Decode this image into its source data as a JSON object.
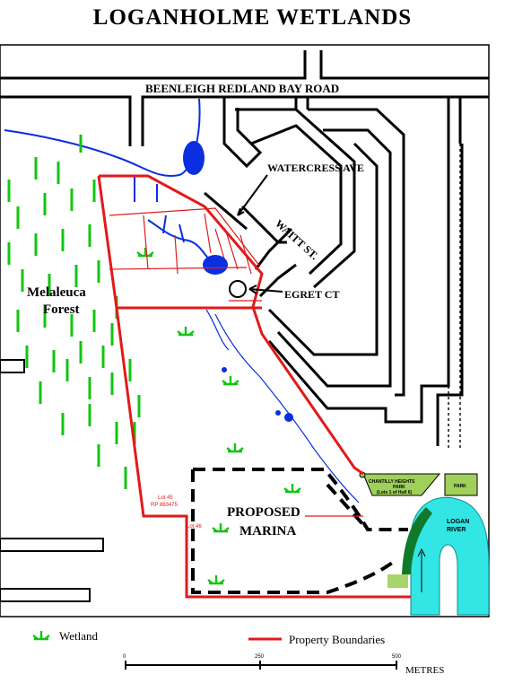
{
  "title": "LOGANHOLME  WETLANDS",
  "roads": {
    "main": "BEENLEIGH REDLAND BAY ROAD",
    "watercress": "WATERCRESS AVE",
    "waitt": "WAITT ST.",
    "egret": "EGRET CT"
  },
  "areas": {
    "forest_line1": "Melaleuca",
    "forest_line2": "Forest",
    "marina_line1": "PROPOSED",
    "marina_line2": "MARINA",
    "park_small": "PARK",
    "park_large_line1": "CHANTILLY HEIGHTS",
    "park_large_line2": "PARK",
    "park_large_line3": "(Lots 1 of Hull 6)",
    "river_line1": "LOGAN",
    "river_line2": "RIVER",
    "lot_label_1": "Lot 45",
    "lot_label_2": "RP 863475",
    "lot_label_3": "Lot 46"
  },
  "legend": {
    "wetland": "Wetland",
    "property": "Property Boundaries"
  },
  "scale": {
    "ticks": [
      "0",
      "250",
      "500"
    ],
    "unit": "METRES"
  },
  "colors": {
    "boundary": "#e11a1a",
    "wetland": "#11c611",
    "water": "#0a2ee0",
    "river": "#33e6e6",
    "riverbank": "#0e7a2a",
    "park": "#9fd05a"
  },
  "icons": {
    "wetland": "grass-tuft-icon"
  }
}
